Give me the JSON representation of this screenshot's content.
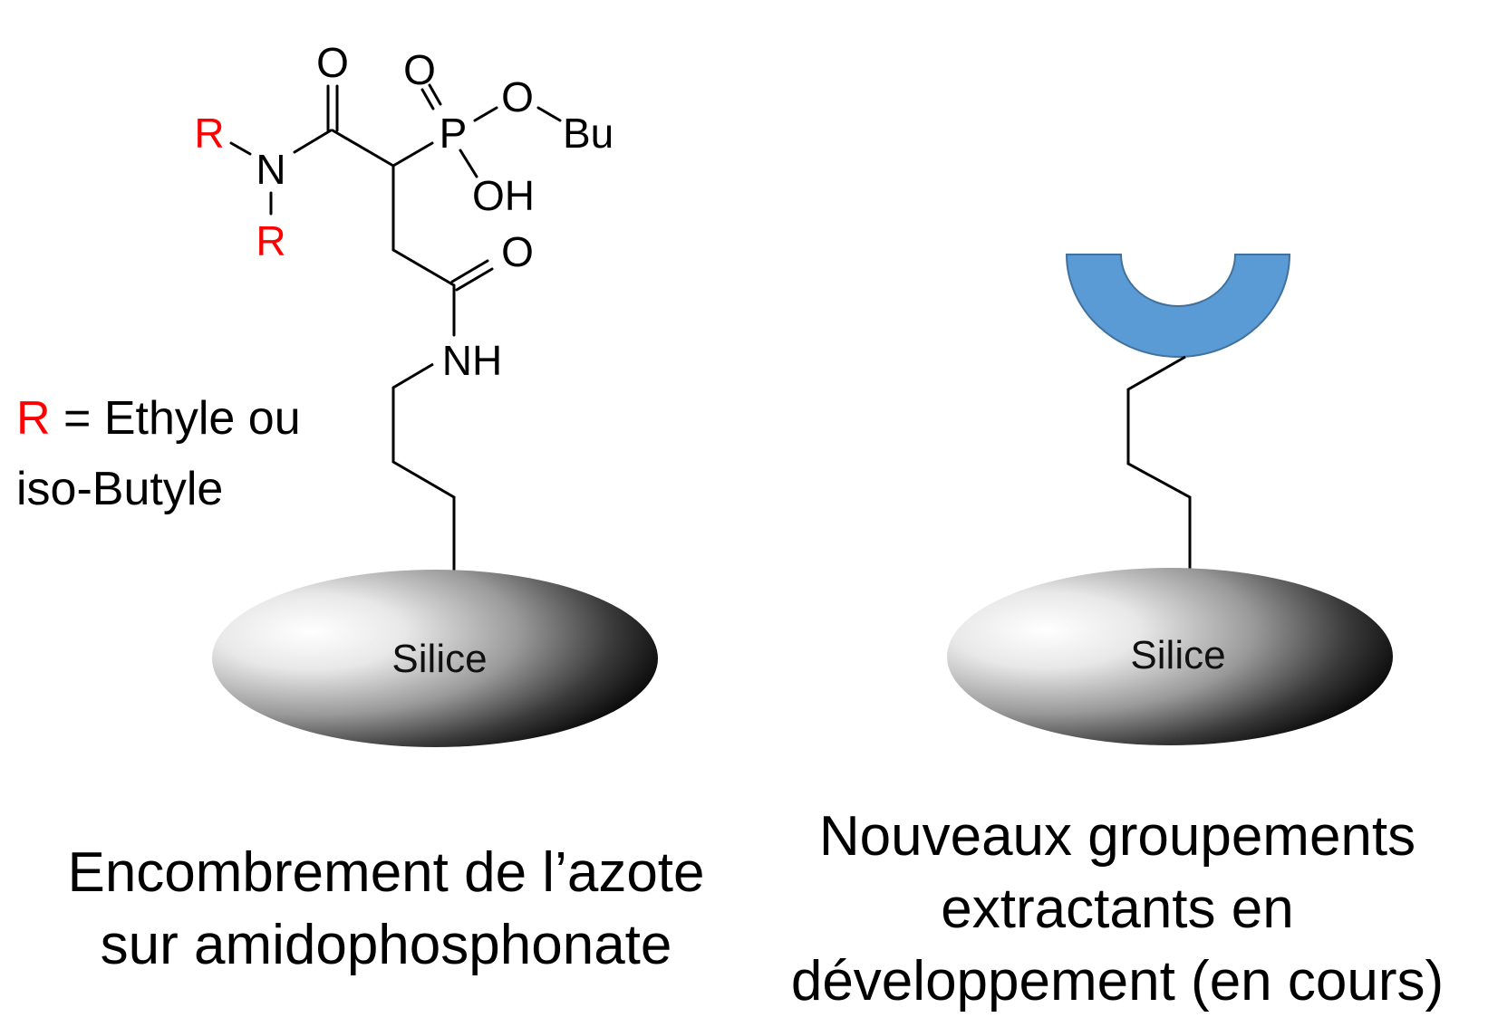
{
  "left_molecule": {
    "atoms": {
      "o_carbonyl_top": "O",
      "o_phosphoryl": "O",
      "p": "P",
      "o_ester": "O",
      "bu": "Bu",
      "oh": "OH",
      "n": "N",
      "r_top": "R",
      "r_bottom": "R",
      "o_amide_lower": "O",
      "nh": "NH"
    },
    "support_label": "Silice"
  },
  "legend": {
    "r_symbol": "R",
    "line1_rest": " = Ethyle ou",
    "line2": "iso-Butyle"
  },
  "right_molecule": {
    "support_label": "Silice",
    "receptor_color": "#5b9bd5"
  },
  "captions": {
    "left_line1": "Encombrement de l’azote",
    "left_line2": "sur amidophosphonate",
    "right_line1": "Nouveaux groupements",
    "right_line2": "extractants en",
    "right_line3": "développement (en cours)"
  },
  "colors": {
    "r_group": "#ff0000",
    "bond": "#000000"
  }
}
